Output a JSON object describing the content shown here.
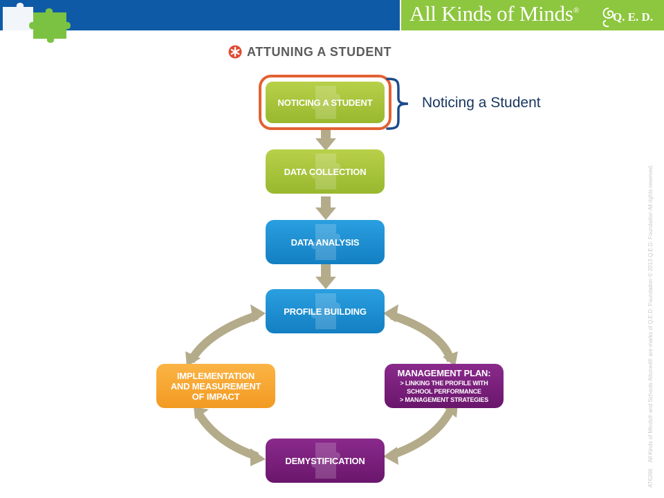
{
  "header": {
    "brand_name": "All Kinds of Minds",
    "brand_mark": "®",
    "partner_logo": "Q. E. D."
  },
  "title": "ATTUNING A STUDENT",
  "callout": {
    "label": "Noticing a Student"
  },
  "nodes": {
    "noticing": "NOTICING A STUDENT",
    "data_collection": "DATA COLLECTION",
    "data_analysis": "DATA ANALYSIS",
    "profile_building": "PROFILE BUILDING",
    "implementation": [
      "IMPLEMENTATION",
      "AND MEASUREMENT",
      "OF IMPACT"
    ],
    "management_title": "MANAGEMENT PLAN:",
    "management_lines": [
      "> LINKING THE PROFILE WITH",
      "SCHOOL PERFORMANCE",
      "> MANAGEMENT STRATEGIES"
    ],
    "demystification": "DEMYSTIFICATION"
  },
  "footer_vertical": "All Kinds of Minds® and Schools Attuned® are marks of Q.E.D. Foundation  © 2013 Q.E.D. Foundation  All rights reserved.",
  "footer_id": "AT6266",
  "colors": {
    "header_blue": "#0e5aa7",
    "header_green": "#8dc63f",
    "lime_node": "#a6c43a",
    "blue_node": "#1b8ed0",
    "orange_node": "#f7a632",
    "purple_node": "#7a1f7c",
    "arrow": "#b3ab8a",
    "highlight_ring": "#e26132",
    "brace": "#1d4b8c"
  }
}
